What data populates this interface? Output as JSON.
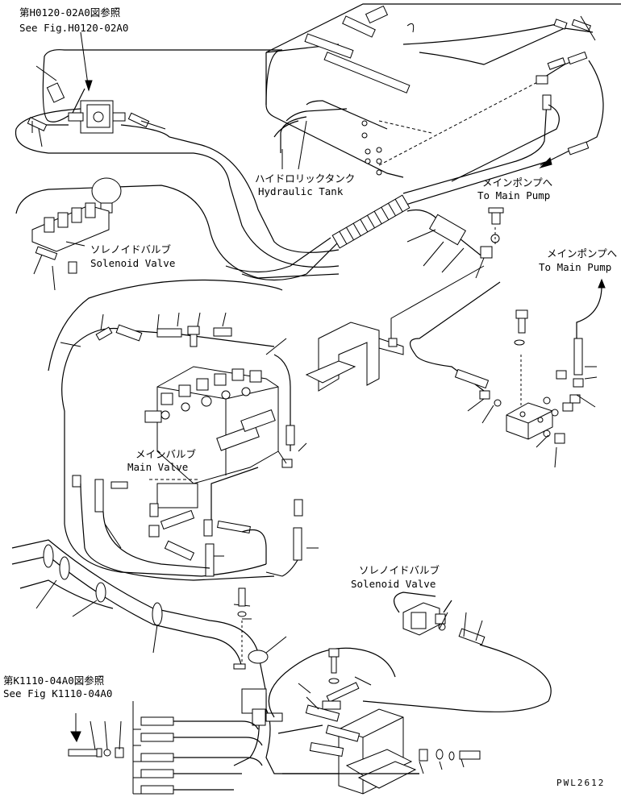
{
  "labels": {
    "ref_top_jp": "第H0120-02A0図参照",
    "ref_top_en": "See Fig.H0120-02A0",
    "hydraulic_tank_jp": "ハイドロリックタンク",
    "hydraulic_tank_en": "Hydraulic Tank",
    "main_pump_1_jp": "メインポンプへ",
    "main_pump_1_en": "To Main Pump",
    "main_pump_2_jp": "メインポンプへ",
    "main_pump_2_en": "To Main Pump",
    "solenoid_1_jp": "ソレノイドバルブ",
    "solenoid_1_en": "Solenoid Valve",
    "main_valve_jp": "メインバルブ",
    "main_valve_en": "Main Valve",
    "solenoid_2_jp": "ソレノイドバルブ",
    "solenoid_2_en": "Solenoid Valve",
    "ref_bottom_jp": "第K1110-04A0図参照",
    "ref_bottom_en": "See Fig K1110-04A0",
    "drawing_code": "PWL2612"
  },
  "icons": [
    "hydraulic-tank-icon",
    "solenoid-valve-icon",
    "main-valve-icon",
    "accumulator-icon",
    "bracket-icon",
    "block-icon",
    "ppc-valve-icon"
  ]
}
